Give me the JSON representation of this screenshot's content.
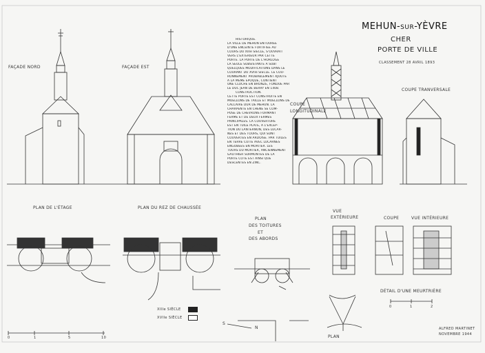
{
  "title": {
    "main": "MEHUN-",
    "main_small": "SUR",
    "main_end": "-YÈVRE",
    "department": "CHER",
    "subject": "PORTE DE VILLE",
    "classement": "CLASSEMENT 28 AVRIL 1893"
  },
  "views": {
    "facade_nord": "FAÇADE NORD",
    "facade_est": "FAÇADE EST",
    "coupe_long_1": "COUPE",
    "coupe_long_2": "LONGITUDINALE",
    "coupe_trans": "COUPE TRANVERSALE",
    "plan_etage": "PLAN DE L'ÉTAGE",
    "plan_rdc": "PLAN DU REZ DE CHAUSSÉE",
    "plan_toitures_1": "PLAN",
    "plan_toitures_2": "DES TOITURES",
    "plan_toitures_3": "ET",
    "plan_toitures_4": "DES ABORDS",
    "vue_ext_1": "VUE",
    "vue_ext_2": "EXTÉRIEURE",
    "coupe": "COUPE",
    "vue_int": "VUE INTÉRIEURE",
    "detail": "DÉTAIL D'UNE MEURTRIÈRE",
    "plan": "PLAN"
  },
  "history_lines": [
    "HISTORIQUE.",
    "LA VILLE DE MEHUN ENTOURÉE",
    "D'UNE ENCEINTE FORTIFIÉE AU",
    "COURS DU XIIIe SIÈCLE, S'OUVRAIT",
    "VERS L'EXTÉRIEUR PAR CETTE",
    "PORTE. LA PORTE DE L'HORLOGE",
    "LA SEULE SUBSISTANTE A SUBI",
    "QUELQUES MODIFICATIONS DANS LE",
    "COURANT DU XVIIe SIÈCLE. LE COU-",
    "RONNEMENT PROBABLEMENT AJOUTÉ",
    "A LA MÊME ÉPOQUE, CONTIENT",
    "UNE CLOCHE EN BRONZE, FONDUE PAR",
    "LE DUC JEAN DE BERRY EN 1408.",
    "CONSTRUCTION.",
    "CETTE PORTE EST CONSTRUITE EN",
    "MOELLONS DE TAILLE ET MOELLONS DE",
    "CALCAIRE DUR DE MEHUN. LA",
    "CHARPENTE EN CHÊNE SE COM-",
    "POSE DE CHEVRONS FORMANT",
    "FERME ET DE DEUX FERMES",
    "PRINCIPALES. LA COUVERTURE",
    "EST EN TUILE PLATE, A L'EXCEP-",
    "TION DU LANTERNON, DES LUCAR-",
    "NES ET DES TOURS, QUI SONT",
    "COUVERTES EN ARDOISE. PAR TUILES",
    "EN TERRE CUITE AVEC LUCARNES",
    "ENGOBÉES EN MORTIER. LES",
    "TOURS DU MORTIER, ANCIENNEMENT",
    "GAUTHIER SURMONTÉS DE LA",
    "PORTE CÔTÉ EST AINSI QUE",
    "DESCENTES EN ZINC."
  ],
  "legend": {
    "xiii": "XIIIe SIÈCLE",
    "xvii": "XVIIe SIÈCLE"
  },
  "orientation": {
    "s": "S",
    "n": "N"
  },
  "scale_ticks": [
    "0",
    "1",
    "2"
  ],
  "left_scale_ticks": [
    "0",
    "1",
    "5",
    "10"
  ],
  "signature": {
    "author": "ALFRED MARTINET",
    "date": "NOVEMBRE 1944"
  },
  "colors": {
    "ink": "#222222",
    "paper": "#f6f6f4"
  }
}
